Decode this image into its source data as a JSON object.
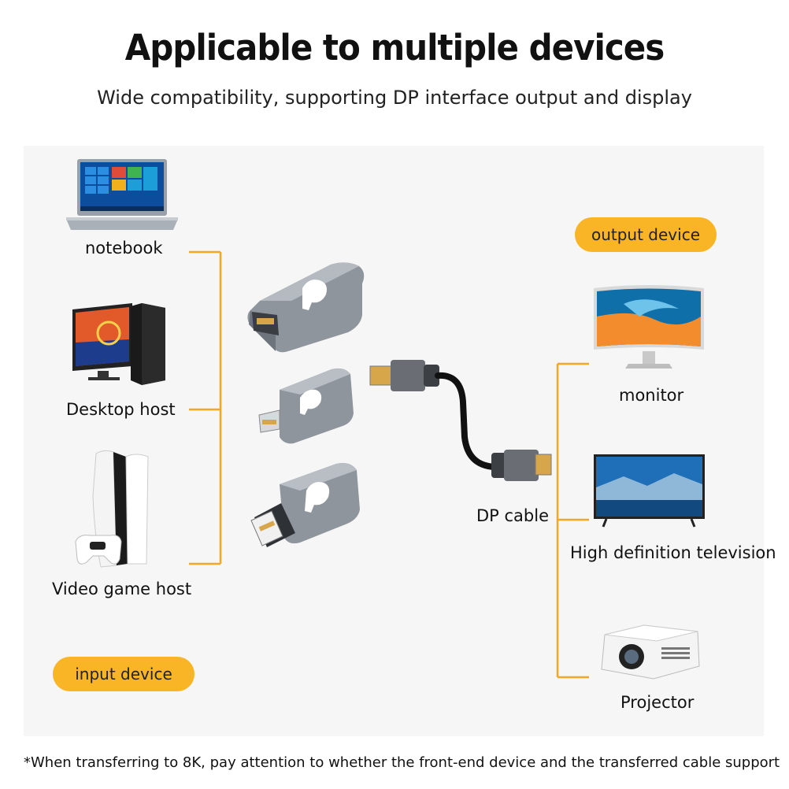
{
  "header": {
    "title": "Applicable to multiple devices",
    "subtitle": "Wide compatibility, supporting DP interface output and display"
  },
  "input_devices": {
    "badge": "input device",
    "items": [
      {
        "label": "notebook",
        "icon": "laptop-icon"
      },
      {
        "label": "Desktop host",
        "icon": "desktop-computer-icon"
      },
      {
        "label": "Video game host",
        "icon": "game-console-icon"
      }
    ]
  },
  "adapters": [
    {
      "icon": "dp-female-adapter-icon"
    },
    {
      "icon": "mini-dp-adapter-icon"
    },
    {
      "icon": "dp-male-adapter-icon"
    }
  ],
  "cable": {
    "label": "DP cable",
    "icon": "dp-cable-icon"
  },
  "output_devices": {
    "badge": "output device",
    "items": [
      {
        "label": "monitor",
        "icon": "curved-monitor-icon"
      },
      {
        "label": "High definition television",
        "icon": "television-icon"
      },
      {
        "label": "Projector",
        "icon": "projector-icon"
      }
    ]
  },
  "footnote": "*When transferring to 8K, pay attention to whether the front-end device and the transferred cable support",
  "colors": {
    "accent": "#f9b526",
    "connector": "#f5a623",
    "adapter_body": "#8f959c"
  }
}
